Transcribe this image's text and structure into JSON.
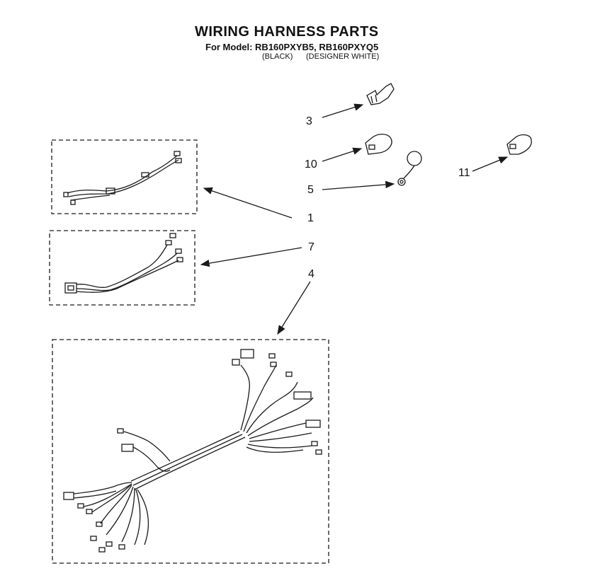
{
  "header": {
    "title": "WIRING HARNESS PARTS",
    "model_line": "For Model: RB160PXYB5, RB160PXYQ5",
    "finish_black": "(BLACK)",
    "finish_white": "(DESIGNER WHITE)"
  },
  "callouts": {
    "part_3": "3",
    "part_10": "10",
    "part_5": "5",
    "part_11": "11",
    "part_1": "1",
    "part_7": "7",
    "part_4": "4"
  },
  "colors": {
    "line": "#1a1a1a",
    "background": "#ffffff"
  }
}
